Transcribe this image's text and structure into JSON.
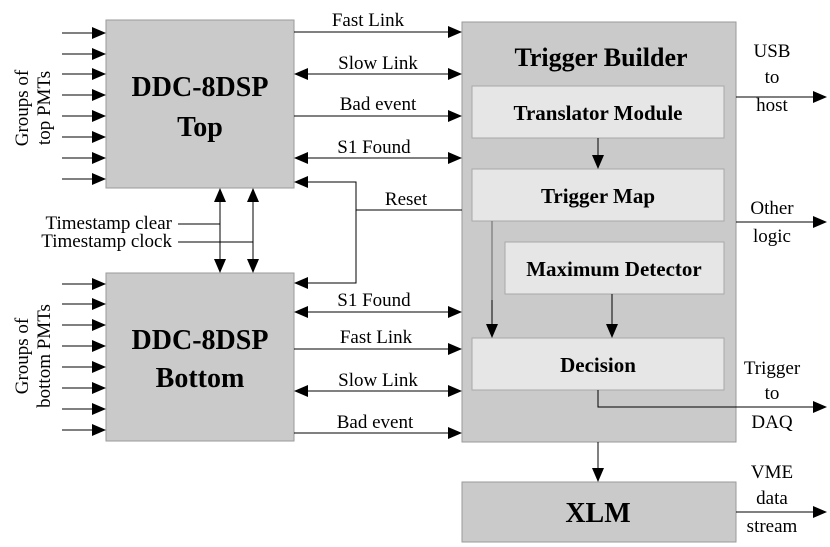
{
  "blocks": {
    "ddc_top": [
      "DDC-8DSP",
      "Top"
    ],
    "ddc_bottom": [
      "DDC-8DSP",
      "Bottom"
    ],
    "trigger_builder": "Trigger Builder",
    "translator": "Translator Module",
    "trigger_map": "Trigger Map",
    "max_detector": "Maximum Detector",
    "decision": "Decision",
    "xlm": "XLM"
  },
  "signals": {
    "fast_link": "Fast Link",
    "slow_link": "Slow Link",
    "bad_event": "Bad event",
    "s1_found": "S1 Found",
    "reset": "Reset",
    "ts_clear": "Timestamp clear",
    "ts_clock": "Timestamp clock"
  },
  "inputs": {
    "top": [
      "Groups of",
      "top PMTs"
    ],
    "bottom": [
      "Groups of",
      "bottom PMTs"
    ]
  },
  "outputs": {
    "usb": [
      "USB",
      "to",
      "host"
    ],
    "other": [
      "Other",
      "logic"
    ],
    "trigger": [
      "Trigger",
      "to",
      "DAQ"
    ],
    "vme": [
      "VME",
      "data",
      "stream"
    ]
  }
}
